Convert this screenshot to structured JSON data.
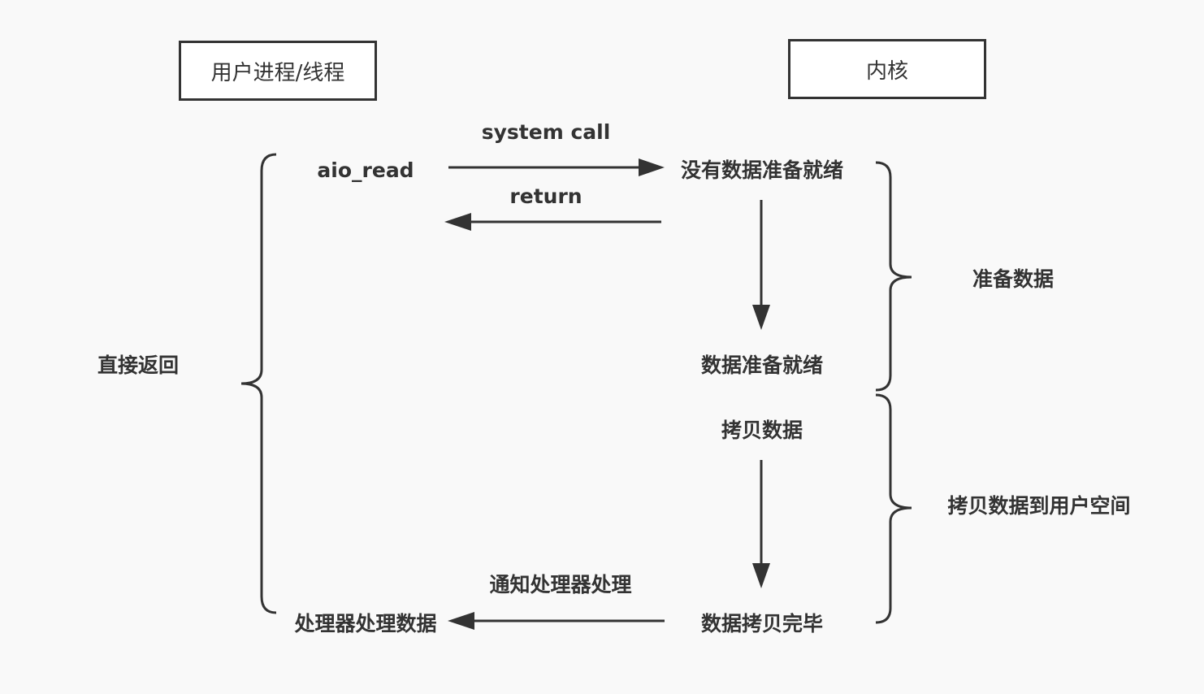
{
  "headers": {
    "user_process": "用户进程/线程",
    "kernel": "内核"
  },
  "arrows": {
    "system_call": "system call",
    "return": "return",
    "notify_handler": "通知处理器处理"
  },
  "user_side": {
    "aio_read": "aio_read",
    "handler_process_data": "处理器处理数据",
    "direct_return": "直接返回"
  },
  "kernel_side": {
    "data_not_ready": "没有数据准备就绪",
    "data_ready": "数据准备就绪",
    "copy_data": "拷贝数据",
    "copy_complete": "数据拷贝完毕"
  },
  "phases": {
    "prepare_data": "准备数据",
    "copy_to_user": "拷贝数据到用户空间"
  },
  "colors": {
    "stroke": "#333333",
    "background": "#f9f9f9",
    "box_fill": "#ffffff"
  }
}
